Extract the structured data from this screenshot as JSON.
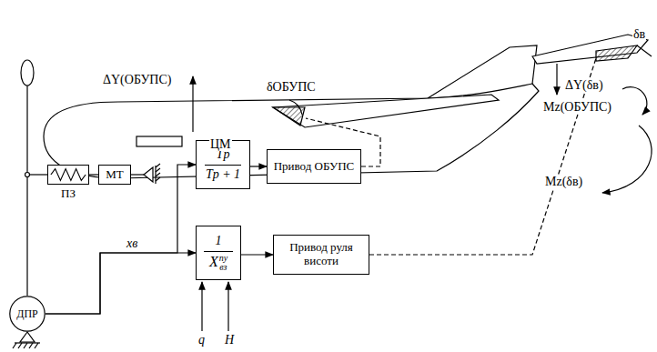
{
  "diagram": {
    "nodes": [
      {
        "text": [
          "ПЗ"
        ]
      },
      {
        "text": [
          "МТ"
        ]
      },
      {
        "text": [
          "ДПР"
        ]
      },
      {
        "text": [
          "Tp",
          "Tp + 1"
        ]
      },
      {
        "text": [
          "Привод ОБУПС"
        ]
      },
      {
        "text": [
          "1",
          "X",
          "ny",
          "вз"
        ]
      },
      {
        "text": [
          "Привод руля висоти"
        ]
      }
    ],
    "edges": [
      {
        "from": 0,
        "to": 1,
        "arrow": "none"
      },
      {
        "from": 2,
        "to": 3,
        "arrow": "to"
      },
      {
        "from": 2,
        "to": 5,
        "label": "xв",
        "arrow": "to"
      },
      {
        "from": 3,
        "to": 4,
        "arrow": "to"
      },
      {
        "from": 5,
        "to": 6,
        "arrow": "to"
      }
    ],
    "labels": [
      "ΔY(ОБУПС)",
      "δОБУПС",
      "ЦМ",
      "δв",
      "ΔY(δв)",
      "Mz(ОБУПС)",
      "Mz(δв)",
      "q",
      "H"
    ]
  }
}
